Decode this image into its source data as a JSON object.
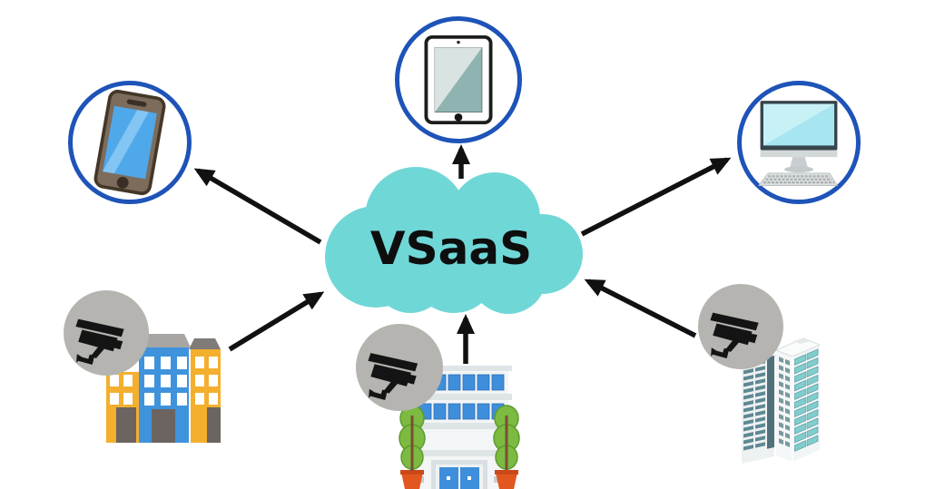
{
  "cloud": {
    "label": "VSaaS"
  },
  "nodes": {
    "devices": [
      {
        "id": "smartphone",
        "icon": "smartphone-icon",
        "position": "top-left"
      },
      {
        "id": "tablet",
        "icon": "tablet-icon",
        "position": "top-center"
      },
      {
        "id": "desktop-computer",
        "icon": "desktop-computer-icon",
        "position": "top-right"
      }
    ],
    "sites": [
      {
        "id": "office-building-left",
        "icon": "cctv-camera-icon",
        "position": "bottom-left"
      },
      {
        "id": "office-building-center",
        "icon": "cctv-camera-icon",
        "position": "bottom-center"
      },
      {
        "id": "office-tower-right",
        "icon": "cctv-camera-icon",
        "position": "bottom-right"
      }
    ]
  },
  "arrows": [
    {
      "from": "cloud",
      "to": "smartphone"
    },
    {
      "from": "cloud",
      "to": "tablet"
    },
    {
      "from": "cloud",
      "to": "desktop-computer"
    },
    {
      "from": "office-building-left",
      "to": "cloud"
    },
    {
      "from": "office-building-center",
      "to": "cloud"
    },
    {
      "from": "office-tower-right",
      "to": "cloud"
    }
  ],
  "colors": {
    "background": "#FFFFFF",
    "cloud_teal": "#70D7D7",
    "ring_blue": "#1E53B8",
    "arrow_black": "#111111",
    "camera_badge_gray": "#B5B4B0",
    "camera_silhouette": "#141414",
    "building_yellow": "#F3AF2D",
    "building_blue": "#3F93DD",
    "window_blue": "#3E8EDC",
    "tree_green": "#7CBA41",
    "pot_orange": "#E2571F",
    "monitor_screen_cyan": "#A7E6F0",
    "phone_screen_blue": "#4FA8EA",
    "phone_body_brown": "#7D6C5B",
    "tower_window_teal": "#7FCDCD"
  }
}
